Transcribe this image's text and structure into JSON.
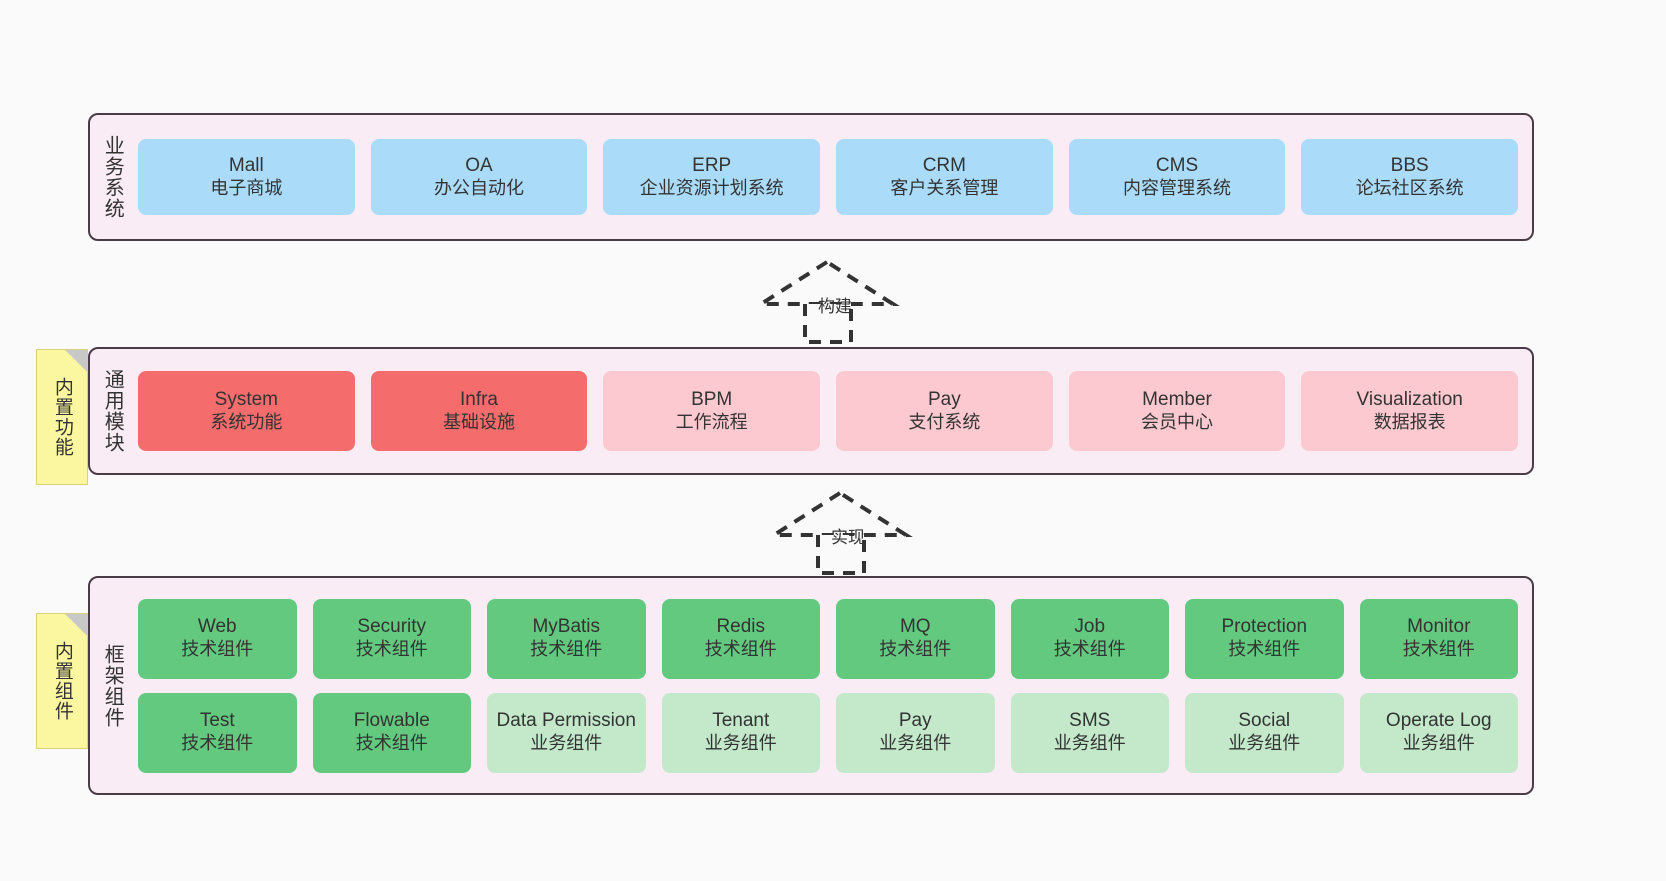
{
  "layers": [
    {
      "id": "business",
      "title": "业务系统",
      "rows": [
        {
          "cells": [
            {
              "name": "Mall",
              "desc": "电子商城",
              "color": "blue"
            },
            {
              "name": "OA",
              "desc": "办公自动化",
              "color": "blue"
            },
            {
              "name": "ERP",
              "desc": "企业资源计划系统",
              "color": "blue"
            },
            {
              "name": "CRM",
              "desc": "客户关系管理",
              "color": "blue"
            },
            {
              "name": "CMS",
              "desc": "内容管理系统",
              "color": "blue"
            },
            {
              "name": "BBS",
              "desc": "论坛社区系统",
              "color": "blue"
            }
          ]
        }
      ]
    },
    {
      "id": "modules",
      "title": "通用模块",
      "rows": [
        {
          "cells": [
            {
              "name": "System",
              "desc": "系统功能",
              "color": "red"
            },
            {
              "name": "Infra",
              "desc": "基础设施",
              "color": "red"
            },
            {
              "name": "BPM",
              "desc": "工作流程",
              "color": "pink"
            },
            {
              "name": "Pay",
              "desc": "支付系统",
              "color": "pink"
            },
            {
              "name": "Member",
              "desc": "会员中心",
              "color": "pink"
            },
            {
              "name": "Visualization",
              "desc": "数据报表",
              "color": "pink"
            }
          ]
        }
      ]
    },
    {
      "id": "framework",
      "title": "框架组件",
      "rows": [
        {
          "cells": [
            {
              "name": "Web",
              "desc": "技术组件",
              "color": "green"
            },
            {
              "name": "Security",
              "desc": "技术组件",
              "color": "green"
            },
            {
              "name": "MyBatis",
              "desc": "技术组件",
              "color": "green"
            },
            {
              "name": "Redis",
              "desc": "技术组件",
              "color": "green"
            },
            {
              "name": "MQ",
              "desc": "技术组件",
              "color": "green"
            },
            {
              "name": "Job",
              "desc": "技术组件",
              "color": "green"
            },
            {
              "name": "Protection",
              "desc": "技术组件",
              "color": "green"
            },
            {
              "name": "Monitor",
              "desc": "技术组件",
              "color": "green"
            }
          ]
        },
        {
          "cells": [
            {
              "name": "Test",
              "desc": "技术组件",
              "color": "green"
            },
            {
              "name": "Flowable",
              "desc": "技术组件",
              "color": "green"
            },
            {
              "name": "Data Permission",
              "desc": "业务组件",
              "color": "lgreen"
            },
            {
              "name": "Tenant",
              "desc": "业务组件",
              "color": "lgreen"
            },
            {
              "name": "Pay",
              "desc": "业务组件",
              "color": "lgreen"
            },
            {
              "name": "SMS",
              "desc": "业务组件",
              "color": "lgreen"
            },
            {
              "name": "Social",
              "desc": "业务组件",
              "color": "lgreen"
            },
            {
              "name": "Operate Log",
              "desc": "业务组件",
              "color": "lgreen"
            }
          ]
        }
      ]
    }
  ],
  "notes": [
    {
      "id": "functions",
      "label": "内置功能"
    },
    {
      "id": "components",
      "label": "内置组件"
    }
  ],
  "arrows": [
    {
      "id": "build",
      "label": "构建"
    },
    {
      "id": "impl",
      "label": "实现"
    }
  ],
  "colors": {
    "blue": "#aadcfa",
    "red": "#f56c6c",
    "pink": "#fbc9cf",
    "green": "#63c97f",
    "light_green": "#c3e9ca",
    "layer_background": "#f9ecf5",
    "layer_border": "#4a3c47",
    "note_background": "#fbf7a0",
    "canvas_background": "#fafafa",
    "arrow_stroke": "#333333"
  }
}
